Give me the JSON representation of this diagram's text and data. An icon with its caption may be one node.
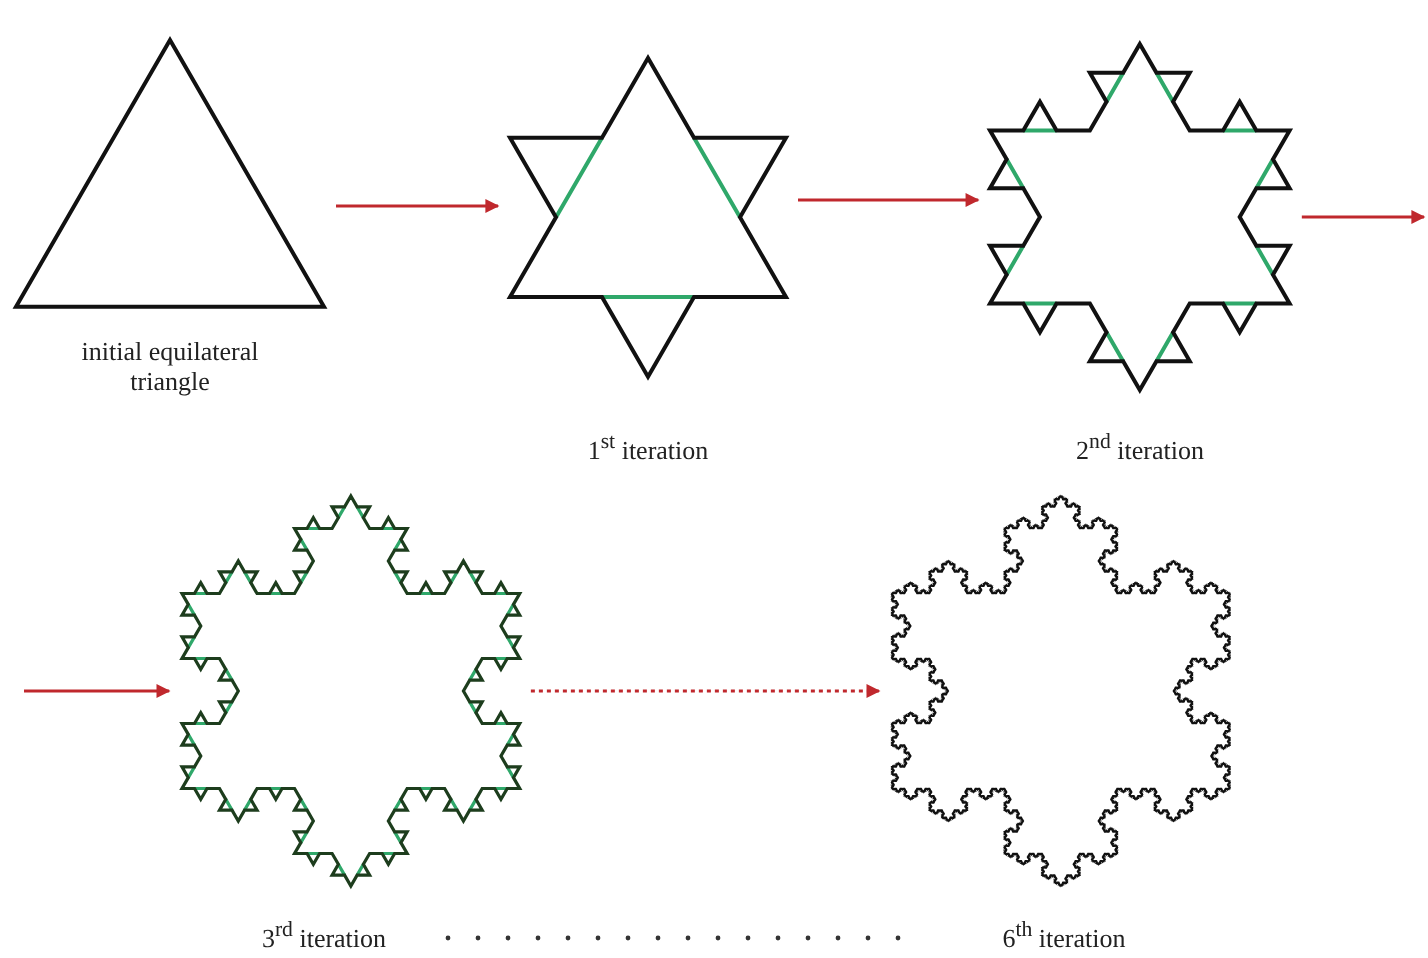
{
  "diagram": {
    "nodes": [
      {
        "text": [],
        "shape": "picture",
        "beside": [
          "initial equilateral triangle"
        ]
      },
      {
        "text": [],
        "shape": "picture",
        "beside": [
          "1$^{st}$ iteration"
        ]
      },
      {
        "text": [],
        "shape": "picture",
        "beside": [
          "2$^{nd}$ iteration"
        ]
      },
      {
        "text": [],
        "shape": "picture",
        "beside": [
          "3$^{rd}$ iteration"
        ]
      },
      {
        "text": [],
        "shape": "picture",
        "beside": [
          "6$^{th}$ iteration"
        ]
      }
    ],
    "edges": [
      {
        "from": 0,
        "to": 1,
        "arrow": "to"
      },
      {
        "from": 1,
        "to": 2,
        "arrow": "to"
      },
      {
        "from": 2,
        "to": null,
        "arrow": "to"
      },
      {
        "from": null,
        "to": 3,
        "arrow": "to"
      },
      {
        "from": 3,
        "to": 4,
        "arrow": "to",
        "style": "dashed"
      }
    ]
  }
}
